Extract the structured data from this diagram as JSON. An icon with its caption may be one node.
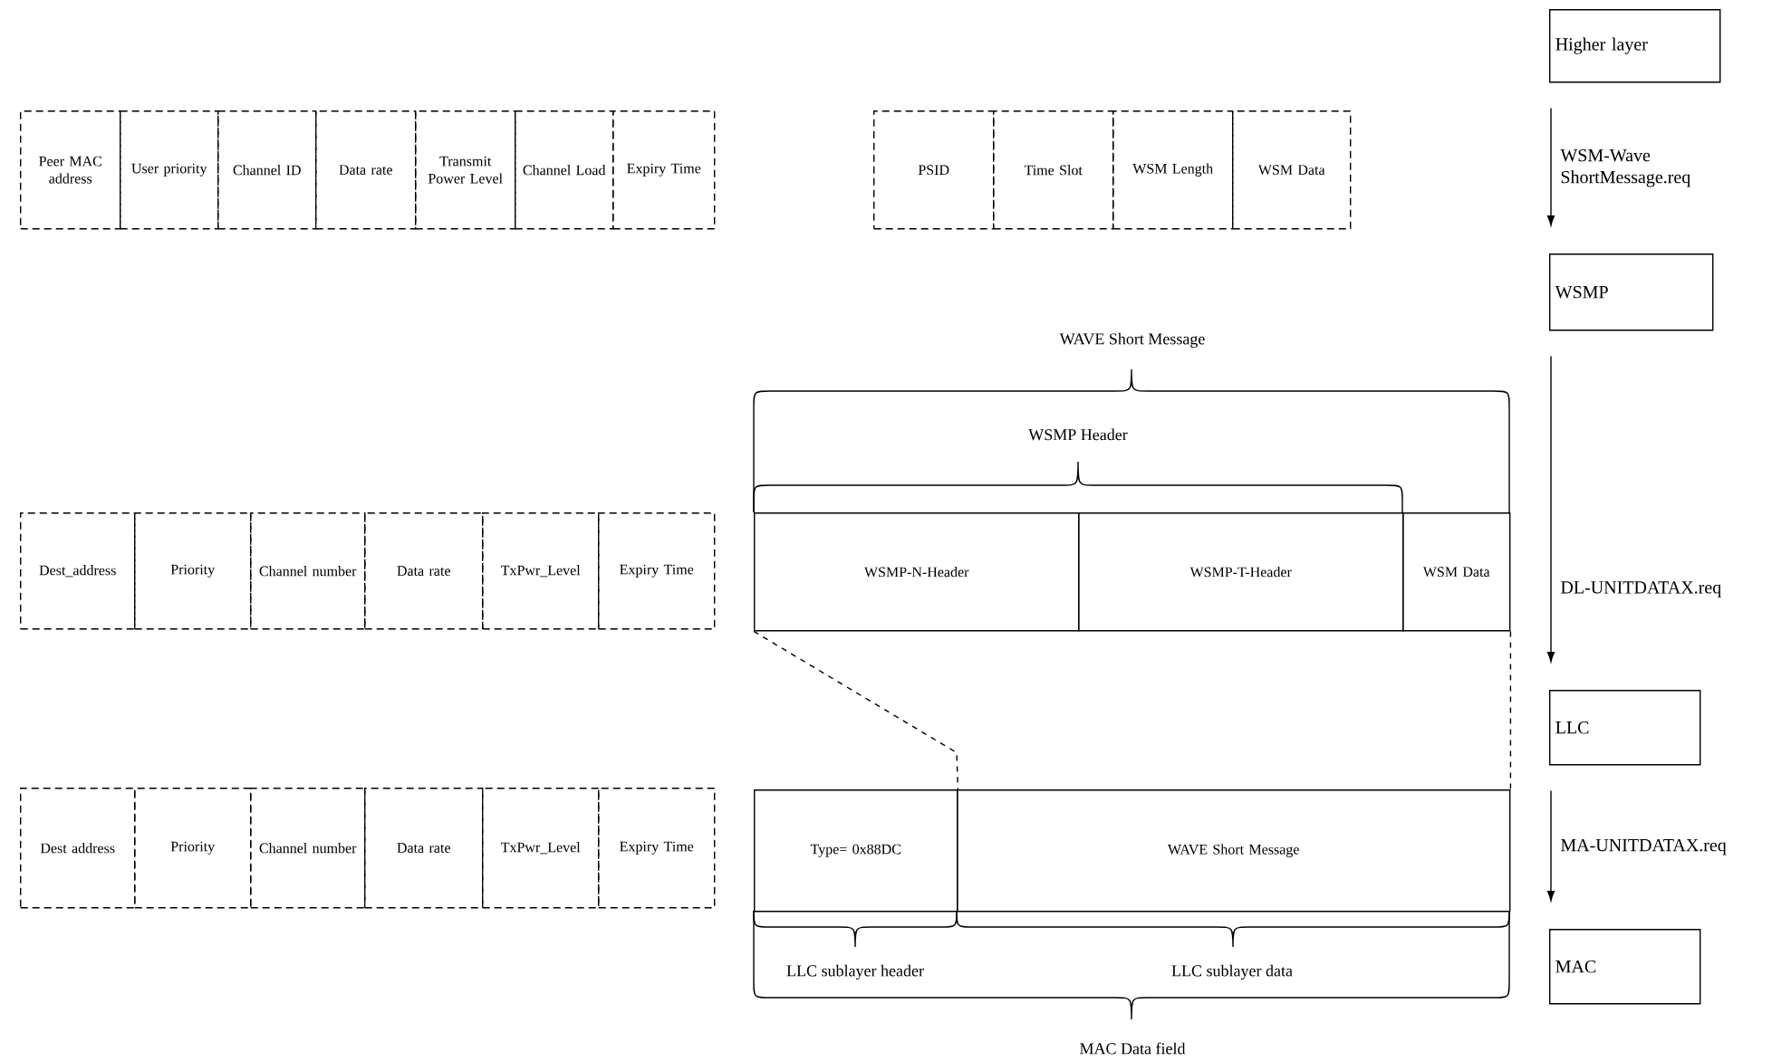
{
  "diagram": {
    "nodes": [
      {
        "text": [
          "Peer MAC address"
        ]
      },
      {
        "text": [
          "User priority"
        ]
      },
      {
        "text": [
          "Channel ID"
        ]
      },
      {
        "text": [
          "Data rate"
        ]
      },
      {
        "text": [
          "Transmit Power Level"
        ]
      },
      {
        "text": [
          "Channel Load"
        ]
      },
      {
        "text": [
          "Expiry Time"
        ]
      },
      {
        "text": [
          "PSID"
        ]
      },
      {
        "text": [
          "Time Slot"
        ]
      },
      {
        "text": [
          "WSM Length"
        ]
      },
      {
        "text": [
          "WSM Data"
        ]
      },
      {
        "text": [
          "Higher layer"
        ]
      },
      {
        "text": [
          "WSMP"
        ]
      },
      {
        "text": [
          "Dest_address"
        ]
      },
      {
        "text": [
          "Priority"
        ]
      },
      {
        "text": [
          "Channel number"
        ]
      },
      {
        "text": [
          "Data rate"
        ]
      },
      {
        "text": [
          "TxPwr_Level"
        ]
      },
      {
        "text": [
          "Expiry Time"
        ]
      },
      {
        "text": [
          "WSMP-N-Header"
        ]
      },
      {
        "text": [
          "WSMP-T-Header"
        ]
      },
      {
        "text": [
          "WSM Data"
        ]
      },
      {
        "text": [
          "LLC"
        ]
      },
      {
        "text": [
          "Dest address"
        ]
      },
      {
        "text": [
          "Priority"
        ]
      },
      {
        "text": [
          "Channel number"
        ]
      },
      {
        "text": [
          "Data rate"
        ]
      },
      {
        "text": [
          "TxPwr_Level"
        ]
      },
      {
        "text": [
          "Expiry Time"
        ]
      },
      {
        "text": [
          "Type= 0x88DC"
        ]
      },
      {
        "text": [
          "WAVE Short Message"
        ]
      },
      {
        "text": [
          "MAC"
        ]
      }
    ],
    "edges": [
      {
        "from": 11,
        "to": 12,
        "arrow": "to",
        "label": "WSM-Wave ShortMessage.req"
      },
      {
        "from": 12,
        "to": 22,
        "arrow": "to",
        "label": "DL-UNITDATAX.req"
      },
      {
        "from": 22,
        "to": 31,
        "arrow": "to",
        "label": "MA-UNITDATAX.req"
      },
      {
        "from": 19,
        "to": 29,
        "arrow": "none",
        "style": "dashed"
      },
      {
        "from": 21,
        "to": 30,
        "arrow": "none",
        "style": "dashed"
      }
    ],
    "labels": [
      "WAVE Short Message",
      "WSMP Header",
      "LLC sublayer header",
      "LLC sublayer data",
      "MAC Data field"
    ]
  }
}
